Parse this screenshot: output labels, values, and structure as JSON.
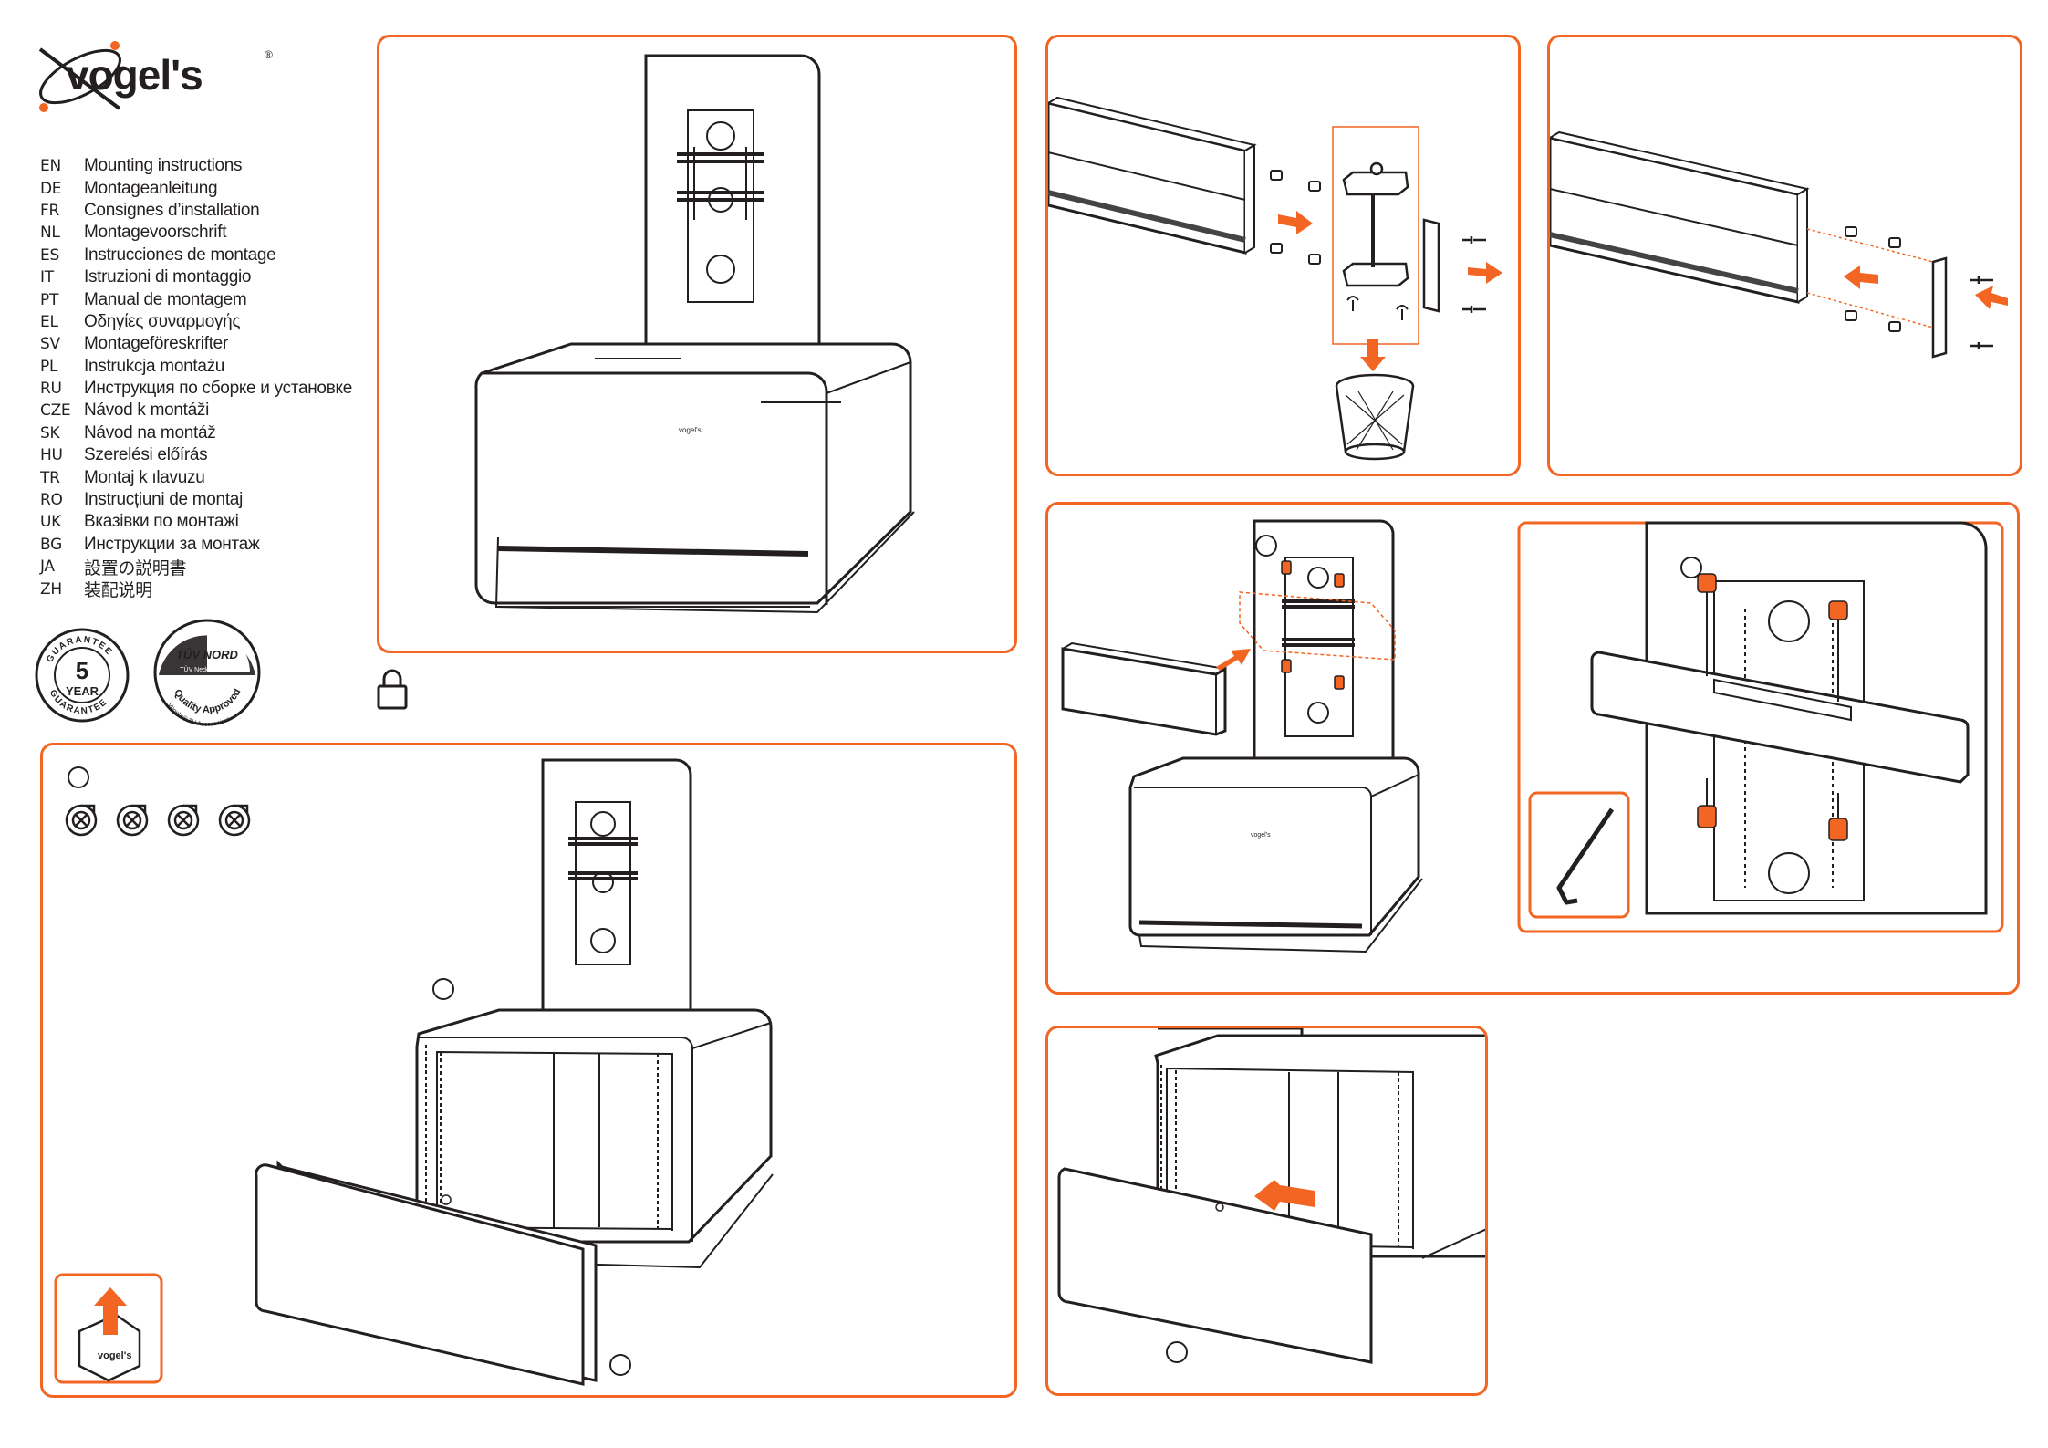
{
  "brand": {
    "name": "vogel's",
    "registered": "®",
    "accent_color": "#f26522"
  },
  "languages": [
    {
      "code": "EN",
      "text": "Mounting instructions"
    },
    {
      "code": "DE",
      "text": "Montageanleitung"
    },
    {
      "code": "FR",
      "text": "Consignes d’installation"
    },
    {
      "code": "NL",
      "text": "Montagevoorschrift"
    },
    {
      "code": "ES",
      "text": "Instrucciones de montage"
    },
    {
      "code": "IT",
      "text": "Istruzioni di montaggio"
    },
    {
      "code": "PT",
      "text": "Manual de montagem"
    },
    {
      "code": "EL",
      "text": "Οδηγίες συναρμογής"
    },
    {
      "code": "SV",
      "text": "Montageföreskrifter"
    },
    {
      "code": "PL",
      "text": "Instrukcja montażu"
    },
    {
      "code": "RU",
      "text": "Инструкция по сборке и установке"
    },
    {
      "code": "CZE",
      "text": "Návod k montáži"
    },
    {
      "code": "SK",
      "text": "Návod na montáž"
    },
    {
      "code": "HU",
      "text": "Szerelési előírás"
    },
    {
      "code": "TR",
      "text": "Montaj k ılavuzu"
    },
    {
      "code": "RO",
      "text": "Instrucțiuni de montaj"
    },
    {
      "code": "UK",
      "text": "Вказівки по монтажі"
    },
    {
      "code": "BG",
      "text": "Инструкции за монтаж"
    },
    {
      "code": "JA",
      "text": "設置の説明書"
    },
    {
      "code": "ZH",
      "text": "装配说明"
    }
  ],
  "guarantee_badge": {
    "number": "5",
    "unit": "YEAR",
    "ring_text": "GUARANTEE"
  },
  "tuv_badge": {
    "brand": "TÜV NORD",
    "org": "TÜV Nederland BA",
    "caption": "Quality Approved",
    "subcaption": "Vogel's® TV Accessoires"
  },
  "step_panels": [
    {
      "id": "overview"
    },
    {
      "id": "profile-endcap-removal"
    },
    {
      "id": "endcap-fitting"
    },
    {
      "id": "front-cover-removal"
    },
    {
      "id": "profile-mounting"
    },
    {
      "id": "profile-bolting"
    },
    {
      "id": "front-cover-fitting"
    }
  ],
  "icons": [
    "padlock-icon",
    "screw-icon",
    "hex-key-icon",
    "waste-bin-icon",
    "arrow-icon",
    "lift-cover-icon"
  ]
}
